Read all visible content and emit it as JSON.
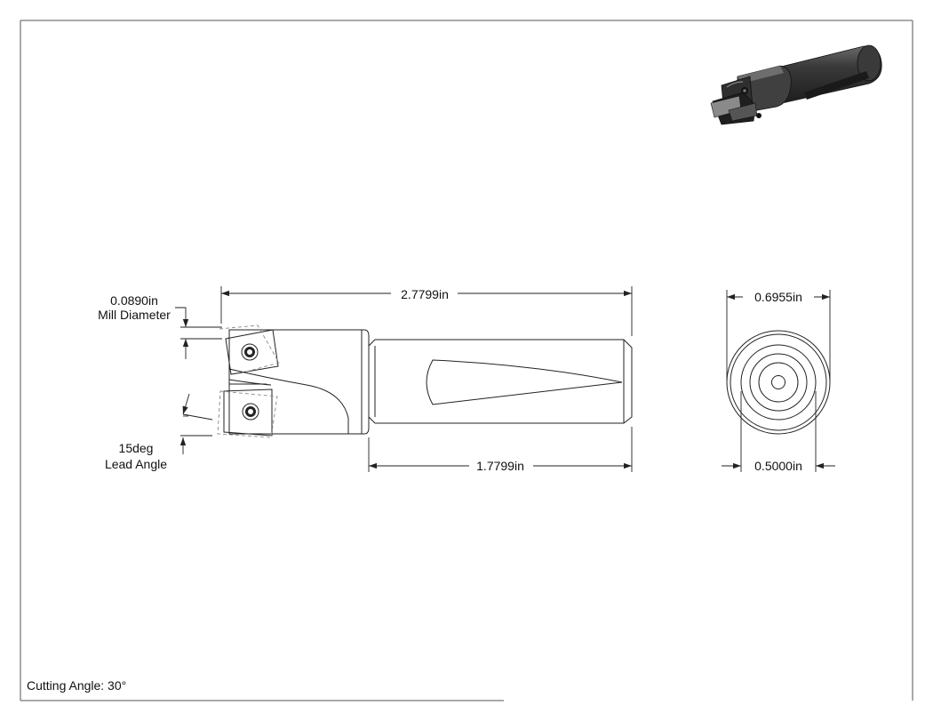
{
  "dimensions": {
    "overall_length": "2.7799in",
    "mill_diameter_value": "0.0890in",
    "mill_diameter_label": "Mill Diameter",
    "lead_angle_value": "15deg",
    "lead_angle_label": "Lead Angle",
    "shank_length": "1.7799in",
    "outer_diameter": "0.6955in",
    "shank_diameter": "0.5000in"
  },
  "footer": {
    "cutting_angle": "Cutting Angle: 30°"
  },
  "colors": {
    "line": "#222222",
    "hidden_line": "#888888",
    "iso_dark": "#2b2b2b",
    "iso_mid": "#4a4a4a",
    "iso_light": "#7a7a7a"
  }
}
